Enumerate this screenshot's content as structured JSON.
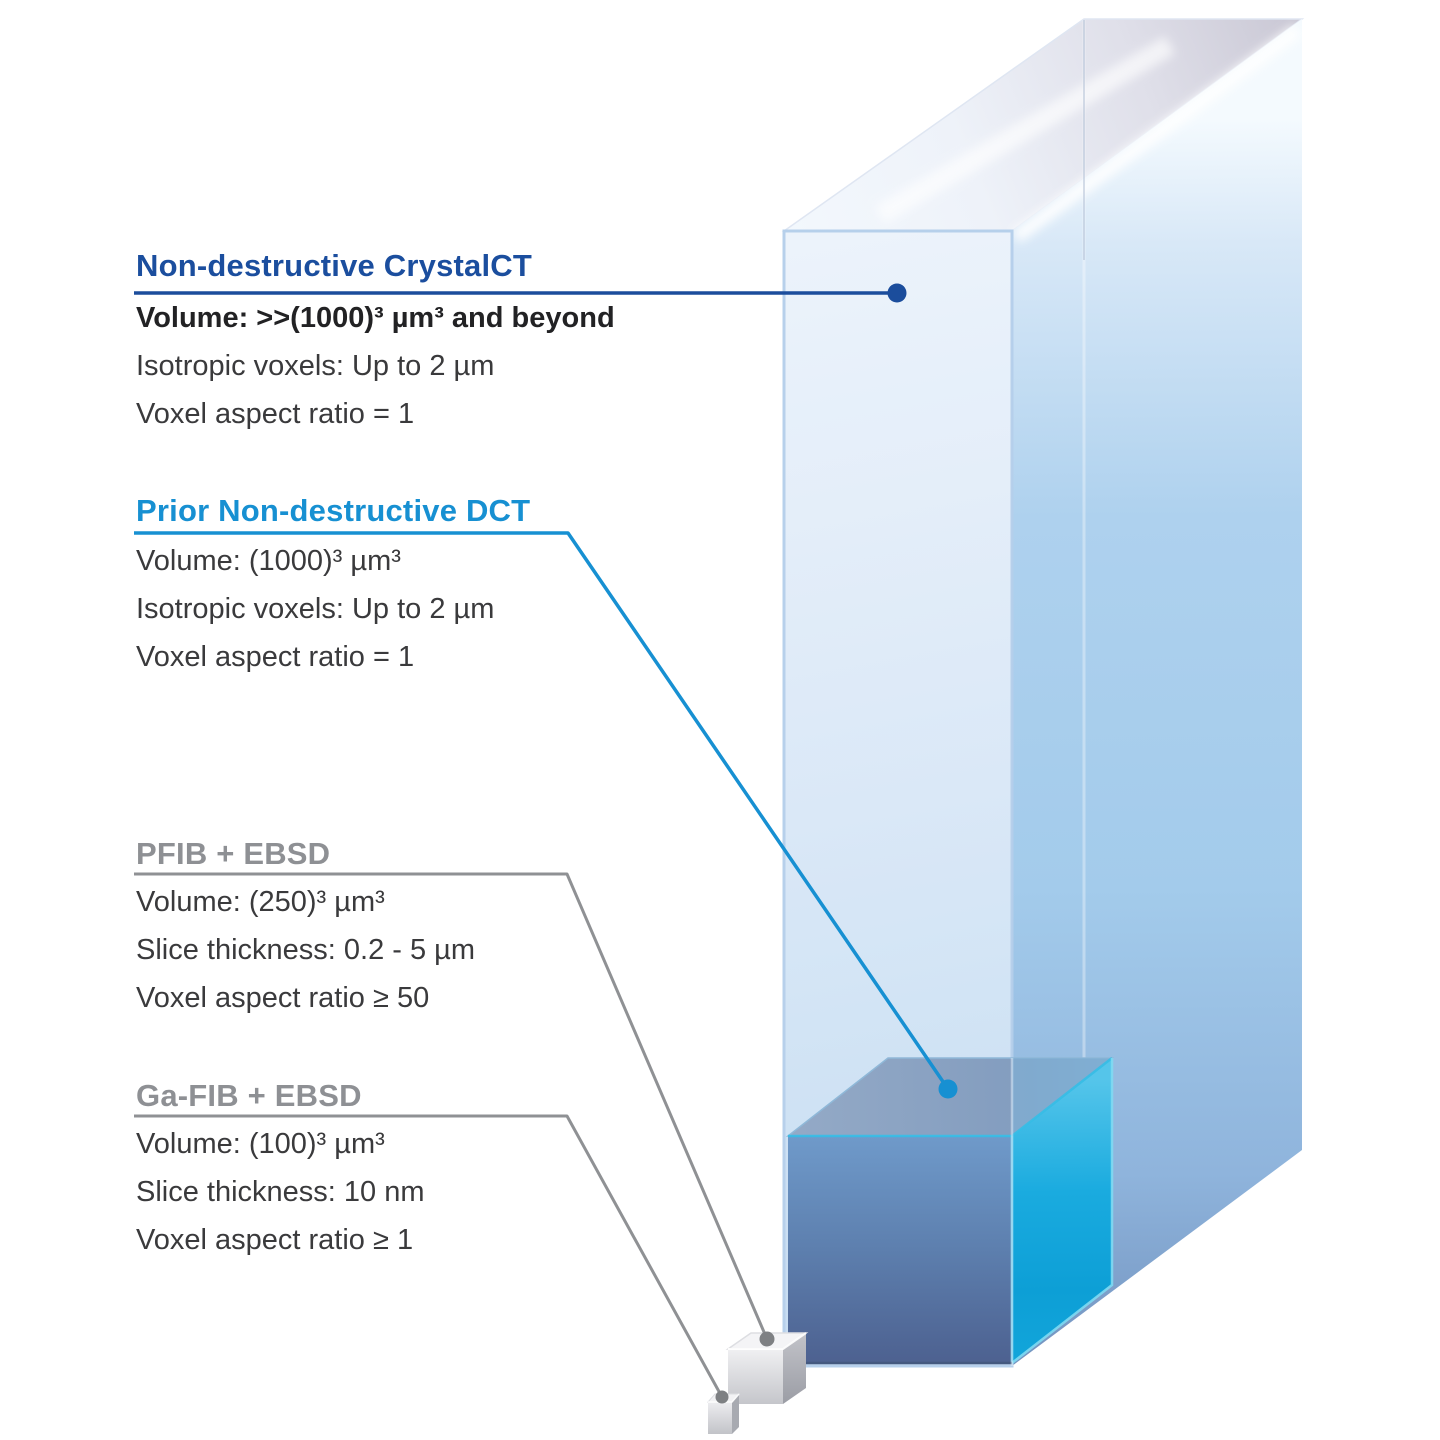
{
  "techniques": [
    {
      "id": "crystalct",
      "heading": "Non-destructive CrystalCT",
      "heading_color": "#1b4d9c",
      "lines": [
        "Volume: >>(1000)³ µm³ and beyond",
        "Isotropic voxels: Up to 2 µm",
        "Voxel aspect ratio = 1"
      ]
    },
    {
      "id": "dct",
      "heading": "Prior Non-destructive DCT",
      "heading_color": "#1790d2",
      "lines": [
        "Volume: (1000)³ µm³",
        "Isotropic voxels: Up to 2 µm",
        "Voxel aspect ratio = 1"
      ]
    },
    {
      "id": "pfib",
      "heading": "PFIB + EBSD",
      "heading_color": "#8e9094",
      "lines": [
        "Volume: (250)³ µm³",
        "Slice thickness: 0.2 - 5 µm",
        "Voxel aspect ratio ≥ 50"
      ]
    },
    {
      "id": "gafib",
      "heading": "Ga-FIB + EBSD",
      "heading_color": "#8e9094",
      "lines": [
        "Volume: (100)³ µm³",
        "Slice thickness: 10 nm",
        "Voxel aspect ratio ≥ 1"
      ]
    }
  ],
  "colors": {
    "crystalct_blue": "#1b4d9c",
    "dct_blue": "#1790d2",
    "annotation_gray": "#8f9194",
    "annotation_dot_gray": "#7e8083",
    "cube_cyan": "#14a7db",
    "box_light_blue": "#a6cceb",
    "body_text": "#3a3a3c"
  }
}
